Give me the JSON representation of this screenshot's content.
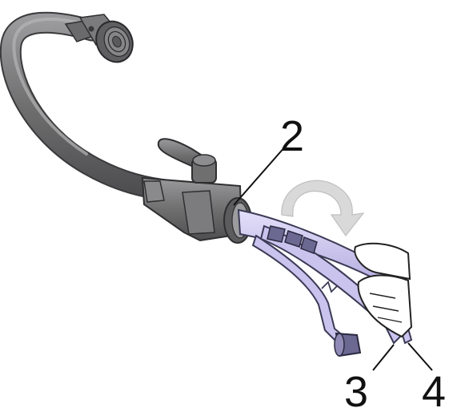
{
  "callouts": {
    "c2": "2",
    "c3": "3",
    "c4": "4"
  },
  "colors": {
    "faucet_gray": "#6f6f70",
    "faucet_dark": "#4e4e50",
    "faucet_light": "#9a9a9c",
    "hose_lavender": "#c9c3ee",
    "hose_outline": "#3b3a55",
    "arrow_gray": "#d9d9d9",
    "hand_white": "#ffffff"
  }
}
